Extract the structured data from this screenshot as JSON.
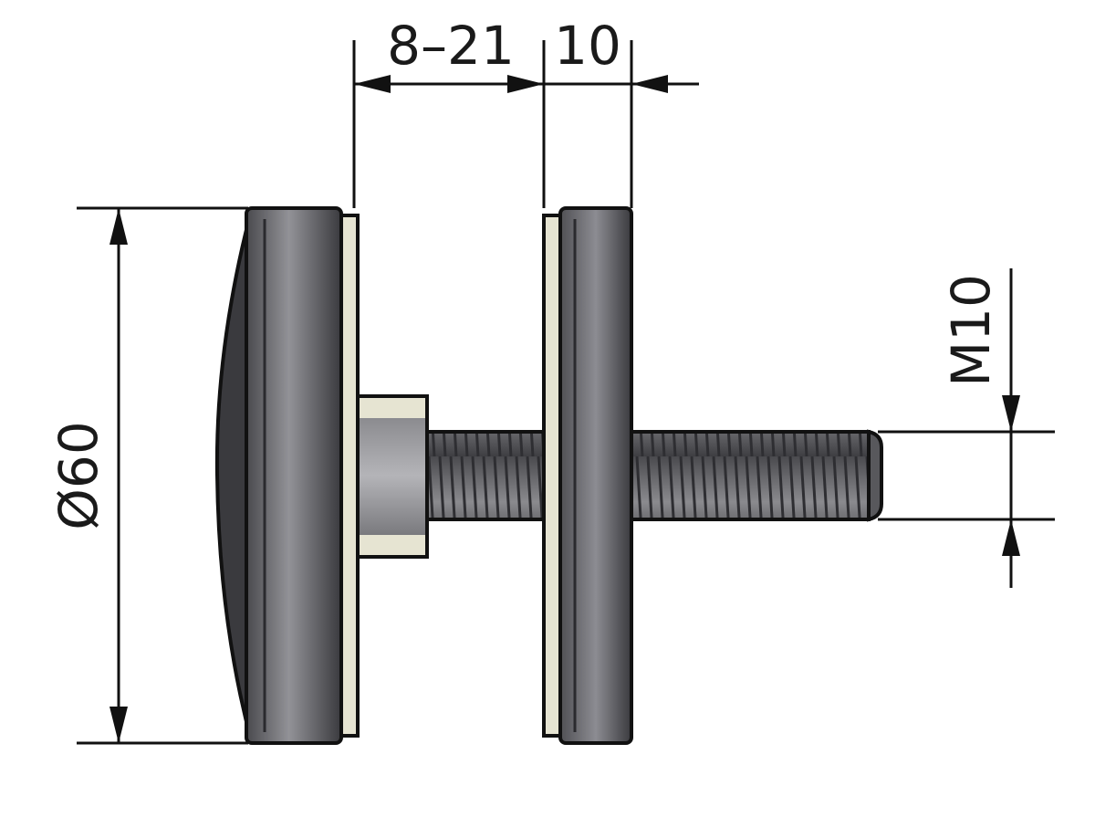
{
  "labels": {
    "gap": "8–21",
    "thickness": "10",
    "diameter": "Ø60",
    "thread": "M10"
  },
  "colors": {
    "cap_dark": "#3c3c40",
    "cap_mid": "#909095",
    "washer": "#e6e4d2",
    "spacer": "#ecebd9",
    "bolt": "#5a5a5e",
    "outline": "#111111",
    "background": "#ffffff"
  }
}
